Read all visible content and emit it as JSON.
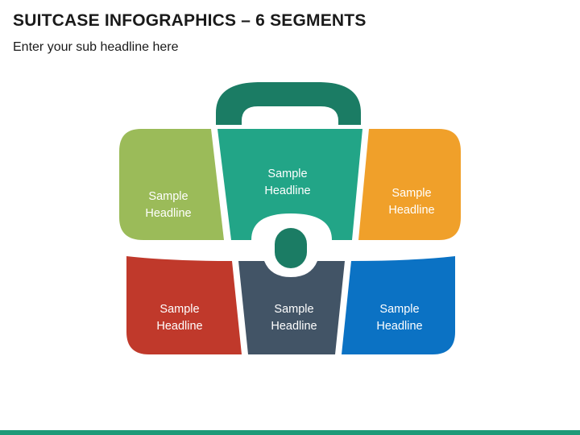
{
  "header": {
    "title": "SUITCASE INFOGRAPHICS – 6 SEGMENTS",
    "subtitle": "Enter your sub headline here"
  },
  "segments": [
    {
      "id": "top-left",
      "line1": "Sample",
      "line2": "Headline",
      "color": "#9bbb59"
    },
    {
      "id": "top-center",
      "line1": "Sample",
      "line2": "Headline",
      "color": "#22a587"
    },
    {
      "id": "top-right",
      "line1": "Sample",
      "line2": "Headline",
      "color": "#f0a02a"
    },
    {
      "id": "bottom-left",
      "line1": "Sample",
      "line2": "Headline",
      "color": "#c0392b"
    },
    {
      "id": "bottom-center",
      "line1": "Sample",
      "line2": "Headline",
      "color": "#425466"
    },
    {
      "id": "bottom-right",
      "line1": "Sample",
      "line2": "Headline",
      "color": "#0b72c4"
    }
  ],
  "colors": {
    "handle": "#1b7c64",
    "lock": "#1b7c64",
    "accent_bar": "#1e9a78"
  }
}
